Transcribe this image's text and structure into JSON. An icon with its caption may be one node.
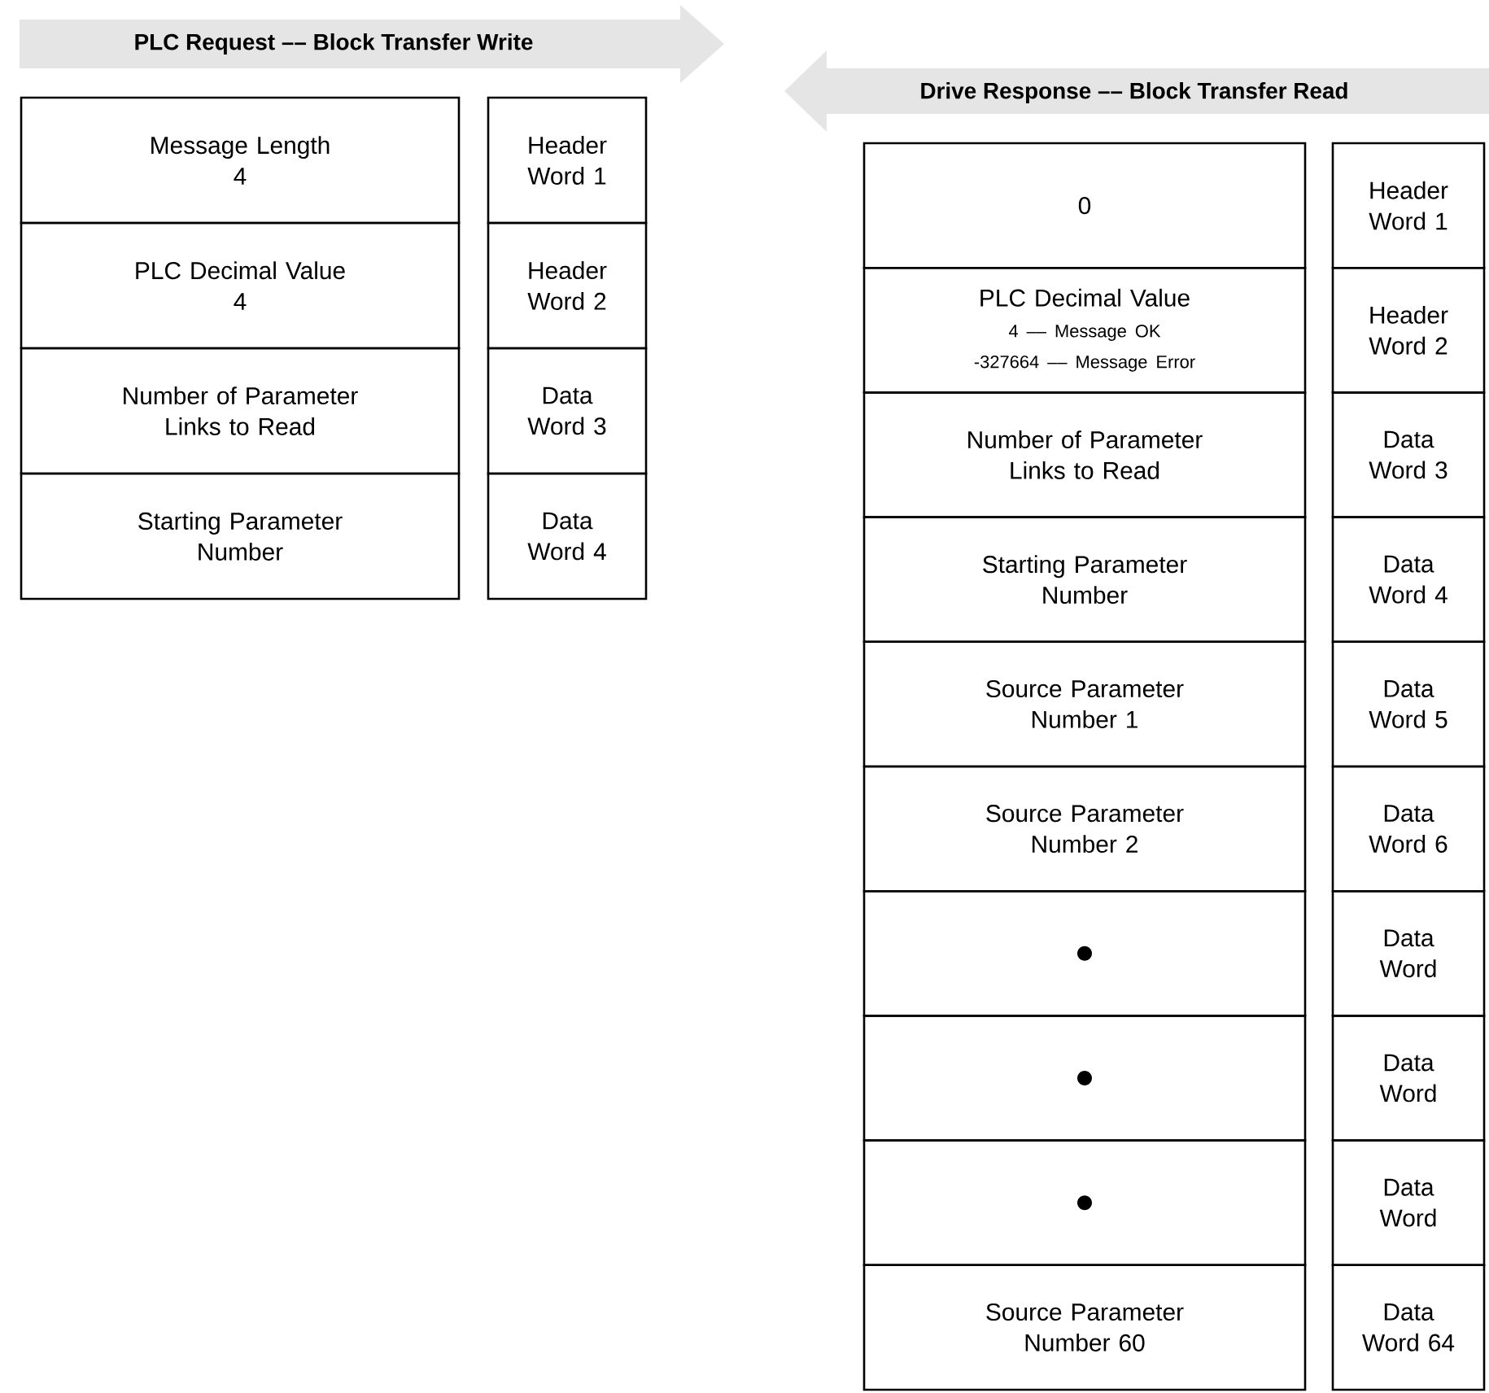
{
  "diagram": {
    "nodes": [
      {
        "text": [
          "PLC Request –– Block Transfer Write"
        ]
      },
      {
        "text": [
          "Message Length",
          "4"
        ]
      },
      {
        "text": [
          "Header Word 1"
        ]
      },
      {
        "text": [
          "PLC Decimal Value",
          "4"
        ]
      },
      {
        "text": [
          "Header Word 2"
        ]
      },
      {
        "text": [
          "Number of Parameter Links to Read"
        ]
      },
      {
        "text": [
          "Data Word 3"
        ]
      },
      {
        "text": [
          "Starting Parameter Number"
        ]
      },
      {
        "text": [
          "Data Word 4"
        ]
      },
      {
        "text": [
          "Drive Response –– Block Transfer Read"
        ]
      },
      {
        "text": [
          "0"
        ]
      },
      {
        "text": [
          "Header Word 1"
        ]
      },
      {
        "text": [
          "PLC Decimal Value",
          "4 ––  Message OK",
          "-327664 ––  Message Error"
        ]
      },
      {
        "text": [
          "Header Word 2"
        ]
      },
      {
        "text": [
          "Number of Parameter Links to Read"
        ]
      },
      {
        "text": [
          "Data Word 3"
        ]
      },
      {
        "text": [
          "Starting Parameter Number"
        ]
      },
      {
        "text": [
          "Data Word 4"
        ]
      },
      {
        "text": [
          "Source Parameter Number 1"
        ]
      },
      {
        "text": [
          "Data Word 5"
        ]
      },
      {
        "text": [
          "Source Parameter Number 2"
        ]
      },
      {
        "text": [
          "Data Word 6"
        ]
      },
      {
        "text": [],
        "shape": "box"
      },
      {
        "text": [
          "Data Word"
        ]
      },
      {
        "text": [],
        "shape": "box"
      },
      {
        "text": [
          "Data Word"
        ]
      },
      {
        "text": [],
        "shape": "box"
      },
      {
        "text": [
          "Data Word"
        ]
      },
      {
        "text": [
          "Source Parameter Number 60"
        ]
      },
      {
        "text": [
          "Data Word 64"
        ]
      }
    ]
  }
}
